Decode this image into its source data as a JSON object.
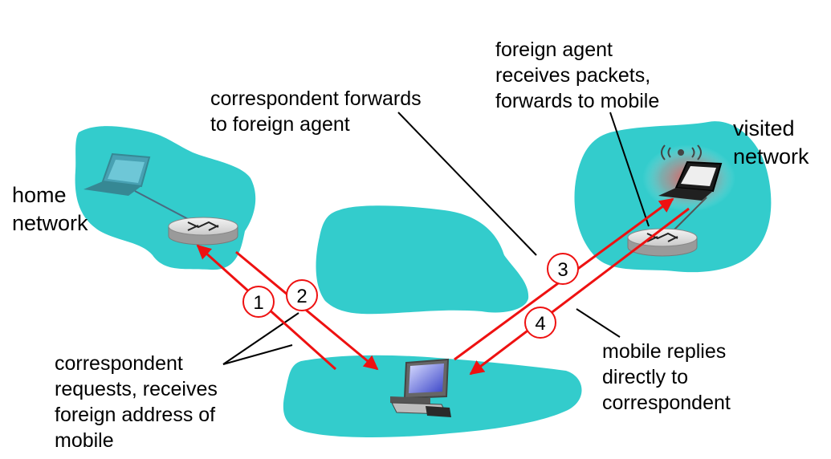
{
  "colors": {
    "network": "#33cccc",
    "arrow": "#ee1111",
    "leader": "#000000",
    "text": "#000000",
    "step_circle_fill": "#ffffff",
    "step_circle_stroke": "#ee1111",
    "mobile_glow": "#ff4444"
  },
  "icons": {
    "home_laptop": "laptop-icon",
    "home_router": "router-icon",
    "visited_laptop": "laptop-icon",
    "visited_router": "router-icon",
    "correspondent": "desktop-computer-icon",
    "wireless": "wireless-signal-icon"
  },
  "labels": {
    "home_network": [
      "home",
      "network"
    ],
    "visited_network": [
      "visited",
      "network"
    ],
    "foreign_agent": [
      "foreign agent",
      "receives packets,",
      "forwards to mobile"
    ],
    "correspondent_forwards": [
      "correspondent forwards",
      "to foreign agent"
    ],
    "correspondent_requests": [
      "correspondent",
      "requests, receives",
      "foreign address of",
      "mobile"
    ],
    "mobile_replies": [
      "mobile replies",
      "directly to",
      "correspondent"
    ]
  },
  "steps": [
    "1",
    "2",
    "3",
    "4"
  ]
}
